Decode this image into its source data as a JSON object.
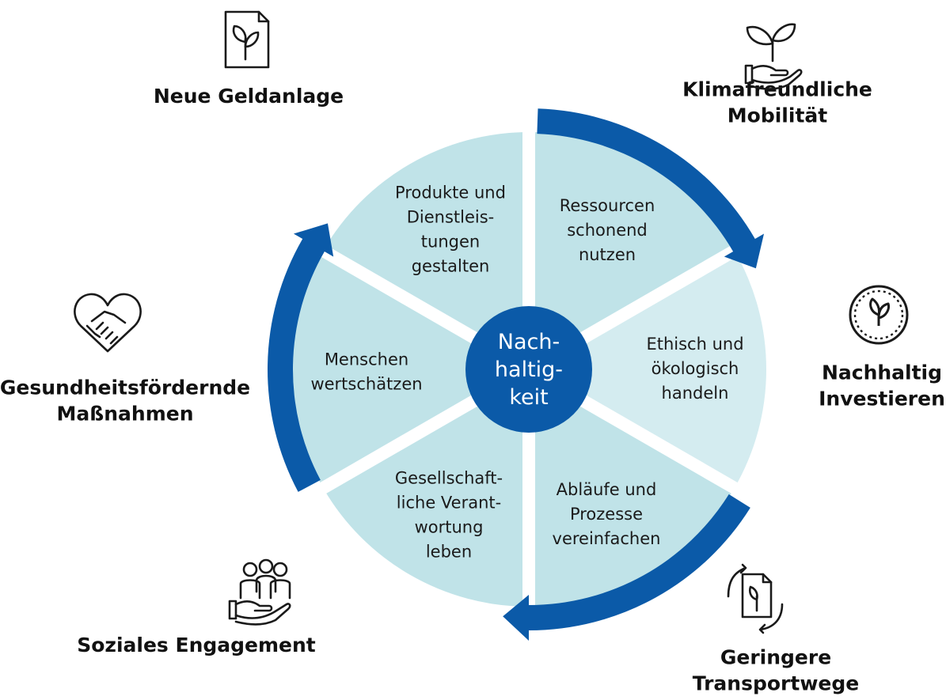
{
  "center": {
    "lines": [
      "Nach-",
      "haltig-",
      "keit"
    ]
  },
  "segments": [
    {
      "lines": [
        "Ressourcen",
        "schonend",
        "nutzen"
      ],
      "fill": "#c0e3e8"
    },
    {
      "lines": [
        "Ethisch und",
        "ökologisch",
        "handeln"
      ],
      "fill": "#d4ecf0"
    },
    {
      "lines": [
        "Abläufe und",
        "Prozesse",
        "vereinfachen"
      ],
      "fill": "#c0e3e8"
    },
    {
      "lines": [
        "Gesellschaft-",
        "liche Verant-",
        "wortung",
        "leben"
      ],
      "fill": "#c0e3e8"
    },
    {
      "lines": [
        "Menschen",
        "wertschätzen"
      ],
      "fill": "#c0e3e8"
    },
    {
      "lines": [
        "Produkte und",
        "Dienstleis-",
        "tungen",
        "gestalten"
      ],
      "fill": "#c0e3e8"
    }
  ],
  "outer": [
    {
      "lines": [
        "Neue Geldanlage"
      ],
      "icon": "document-plant-icon"
    },
    {
      "lines": [
        "Klimafreundliche",
        "Mobilität"
      ],
      "icon": "hand-plant-icon"
    },
    {
      "lines": [
        "Nachhaltig",
        "Investieren"
      ],
      "icon": "coin-leaf-icon"
    },
    {
      "lines": [
        "Geringere",
        "Transportwege"
      ],
      "icon": "recycle-document-icon"
    },
    {
      "lines": [
        "Soziales Engagement"
      ],
      "icon": "people-hand-icon"
    },
    {
      "lines": [
        "Gesundheitsfördernde",
        "Maßnahmen"
      ],
      "icon": "heart-handshake-icon"
    }
  ],
  "colors": {
    "ring": "#0b5aa8",
    "center": "#0b5aa8",
    "segment": "#c0e3e8",
    "gap": "#ffffff"
  }
}
